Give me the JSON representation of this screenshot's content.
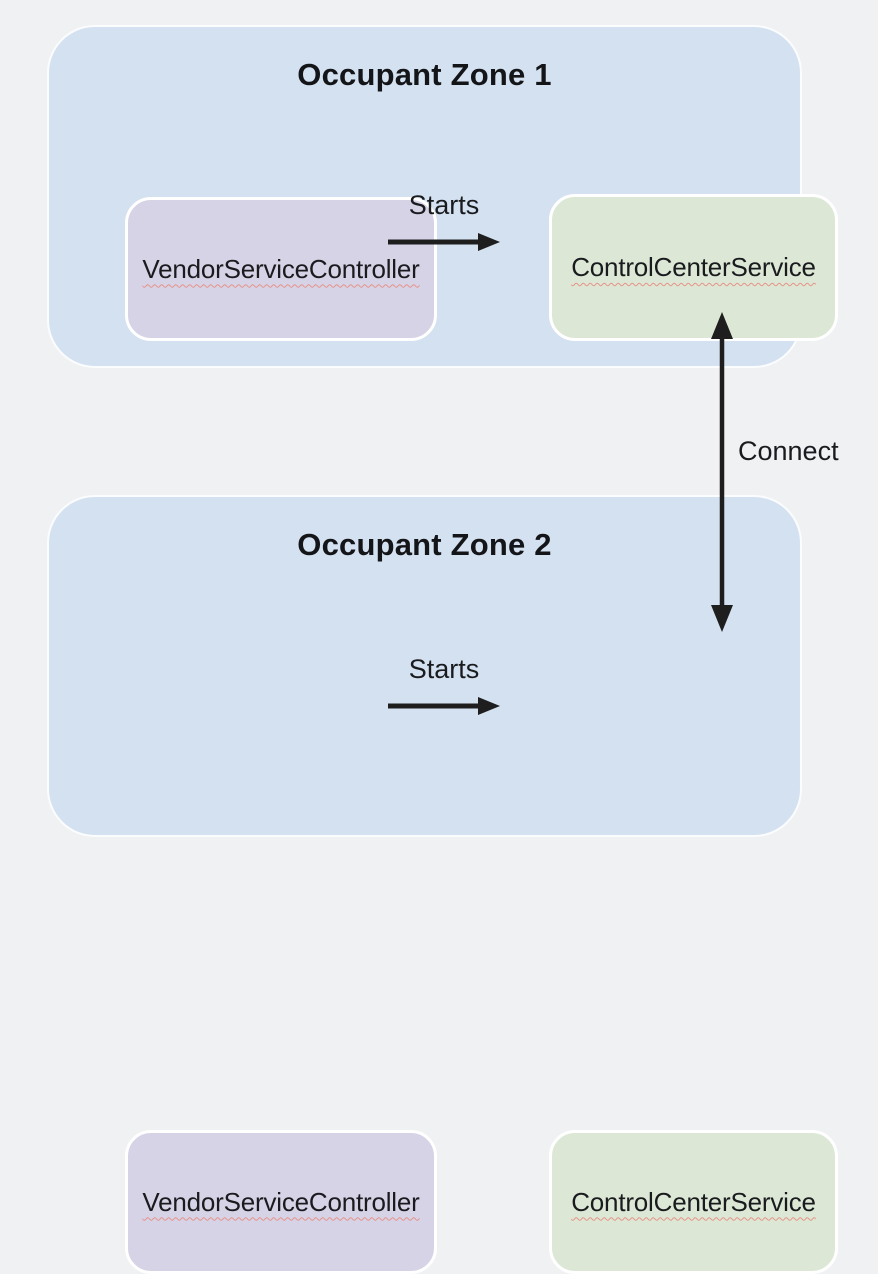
{
  "zones": [
    {
      "title": "Occupant Zone 1",
      "vendor_label": "VendorServiceController",
      "control_label": "ControlCenterService",
      "starts_label": "Starts"
    },
    {
      "title": "Occupant Zone 2",
      "vendor_label": "VendorServiceController",
      "control_label": "ControlCenterService",
      "starts_label": "Starts"
    }
  ],
  "connect_label": "Connect",
  "colors": {
    "page_bg": "#f0f1f3",
    "zone_fill": "#d4e1f0",
    "zone_border": "#fbfcfe",
    "vendor_fill": "#d7d3e6",
    "control_fill": "#dce8d5",
    "node_border": "#ffffff",
    "arrow": "#1e1e1e",
    "text": "#1a1b1e",
    "spellcheck": "#e59288"
  }
}
